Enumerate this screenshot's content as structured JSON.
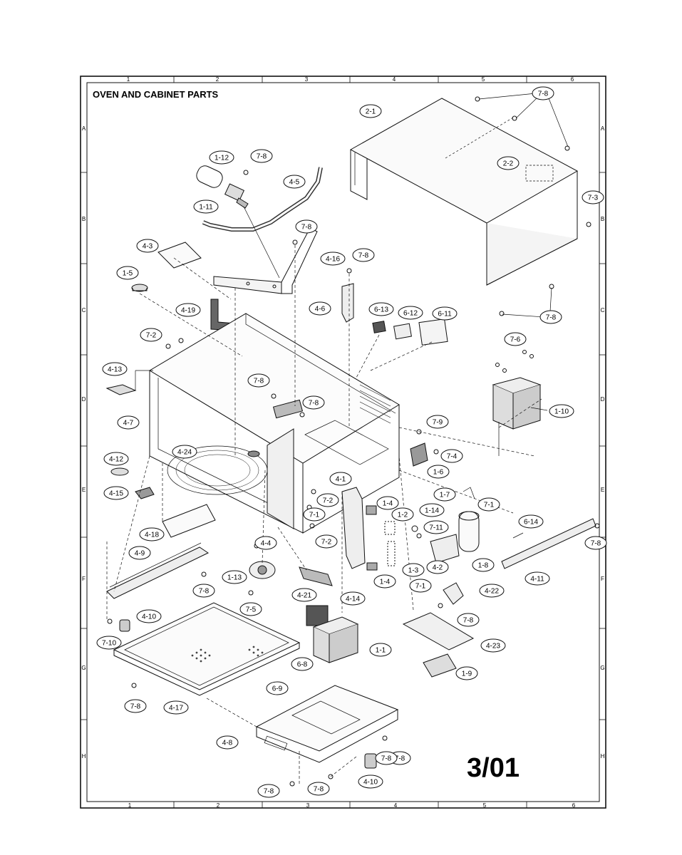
{
  "page": {
    "title": "OVEN AND CABINET PARTS",
    "sheet_number": "3/01"
  },
  "grid": {
    "columns": [
      "1",
      "2",
      "3",
      "4",
      "5",
      "6"
    ],
    "rows": [
      "A",
      "B",
      "C",
      "D",
      "E",
      "F",
      "G",
      "H"
    ]
  },
  "callouts": [
    {
      "id": "c1",
      "label": "7-8"
    },
    {
      "id": "c2",
      "label": "2-1"
    },
    {
      "id": "c3",
      "label": "2-2"
    },
    {
      "id": "c4",
      "label": "7-3"
    },
    {
      "id": "c5",
      "label": "7-8"
    },
    {
      "id": "c6",
      "label": "1-12"
    },
    {
      "id": "c7",
      "label": "7-8"
    },
    {
      "id": "c8",
      "label": "4-5"
    },
    {
      "id": "c9",
      "label": "1-11"
    },
    {
      "id": "c10",
      "label": "7-8"
    },
    {
      "id": "c11",
      "label": "4-3"
    },
    {
      "id": "c12",
      "label": "4-16"
    },
    {
      "id": "c13",
      "label": "7-8"
    },
    {
      "id": "c14",
      "label": "1-5"
    },
    {
      "id": "c15",
      "label": "4-6"
    },
    {
      "id": "c16",
      "label": "6-13"
    },
    {
      "id": "c17",
      "label": "6-12"
    },
    {
      "id": "c18",
      "label": "6-11"
    },
    {
      "id": "c19",
      "label": "4-19"
    },
    {
      "id": "c20",
      "label": "7-2"
    },
    {
      "id": "c21",
      "label": "7-6"
    },
    {
      "id": "c22",
      "label": "4-13"
    },
    {
      "id": "c23",
      "label": "7-8"
    },
    {
      "id": "c24",
      "label": "7-8"
    },
    {
      "id": "c25",
      "label": "1-10"
    },
    {
      "id": "c26",
      "label": "4-7"
    },
    {
      "id": "c27",
      "label": "7-9"
    },
    {
      "id": "c28",
      "label": "4-24"
    },
    {
      "id": "c29",
      "label": "7-4"
    },
    {
      "id": "c30",
      "label": "4-12"
    },
    {
      "id": "c31",
      "label": "4-1"
    },
    {
      "id": "c32",
      "label": "1-6"
    },
    {
      "id": "c33",
      "label": "4-15"
    },
    {
      "id": "c34",
      "label": "7-2"
    },
    {
      "id": "c35",
      "label": "1-4"
    },
    {
      "id": "c36",
      "label": "1-7"
    },
    {
      "id": "c37",
      "label": "7-1"
    },
    {
      "id": "c38",
      "label": "1-2"
    },
    {
      "id": "c39",
      "label": "7-1"
    },
    {
      "id": "c40",
      "label": "1-14"
    },
    {
      "id": "c41",
      "label": "6-14"
    },
    {
      "id": "c42",
      "label": "4-18"
    },
    {
      "id": "c43",
      "label": "7-2"
    },
    {
      "id": "c44",
      "label": "7-11"
    },
    {
      "id": "c45",
      "label": "4-4"
    },
    {
      "id": "c46",
      "label": "7-8"
    },
    {
      "id": "c47",
      "label": "4-9"
    },
    {
      "id": "c48",
      "label": "1-3"
    },
    {
      "id": "c49",
      "label": "4-2"
    },
    {
      "id": "c50",
      "label": "1-8"
    },
    {
      "id": "c51",
      "label": "4-11"
    },
    {
      "id": "c52",
      "label": "1-13"
    },
    {
      "id": "c53",
      "label": "1-4"
    },
    {
      "id": "c54",
      "label": "7-8"
    },
    {
      "id": "c55",
      "label": "4-14"
    },
    {
      "id": "c56",
      "label": "7-1"
    },
    {
      "id": "c57",
      "label": "4-22"
    },
    {
      "id": "c58",
      "label": "7-5"
    },
    {
      "id": "c59",
      "label": "4-21"
    },
    {
      "id": "c60",
      "label": "4-10"
    },
    {
      "id": "c61",
      "label": "7-8"
    },
    {
      "id": "c62",
      "label": "7-10"
    },
    {
      "id": "c63",
      "label": "1-1"
    },
    {
      "id": "c64",
      "label": "4-23"
    },
    {
      "id": "c65",
      "label": "6-8"
    },
    {
      "id": "c66",
      "label": "1-9"
    },
    {
      "id": "c67",
      "label": "6-9"
    },
    {
      "id": "c68",
      "label": "7-8"
    },
    {
      "id": "c69",
      "label": "4-17"
    },
    {
      "id": "c70",
      "label": "4-8"
    },
    {
      "id": "c71",
      "label": "7-8"
    },
    {
      "id": "c72",
      "label": "7-8"
    },
    {
      "id": "c73",
      "label": "4-10"
    },
    {
      "id": "c74",
      "label": "7-8"
    },
    {
      "id": "c75",
      "label": "7-8"
    }
  ]
}
